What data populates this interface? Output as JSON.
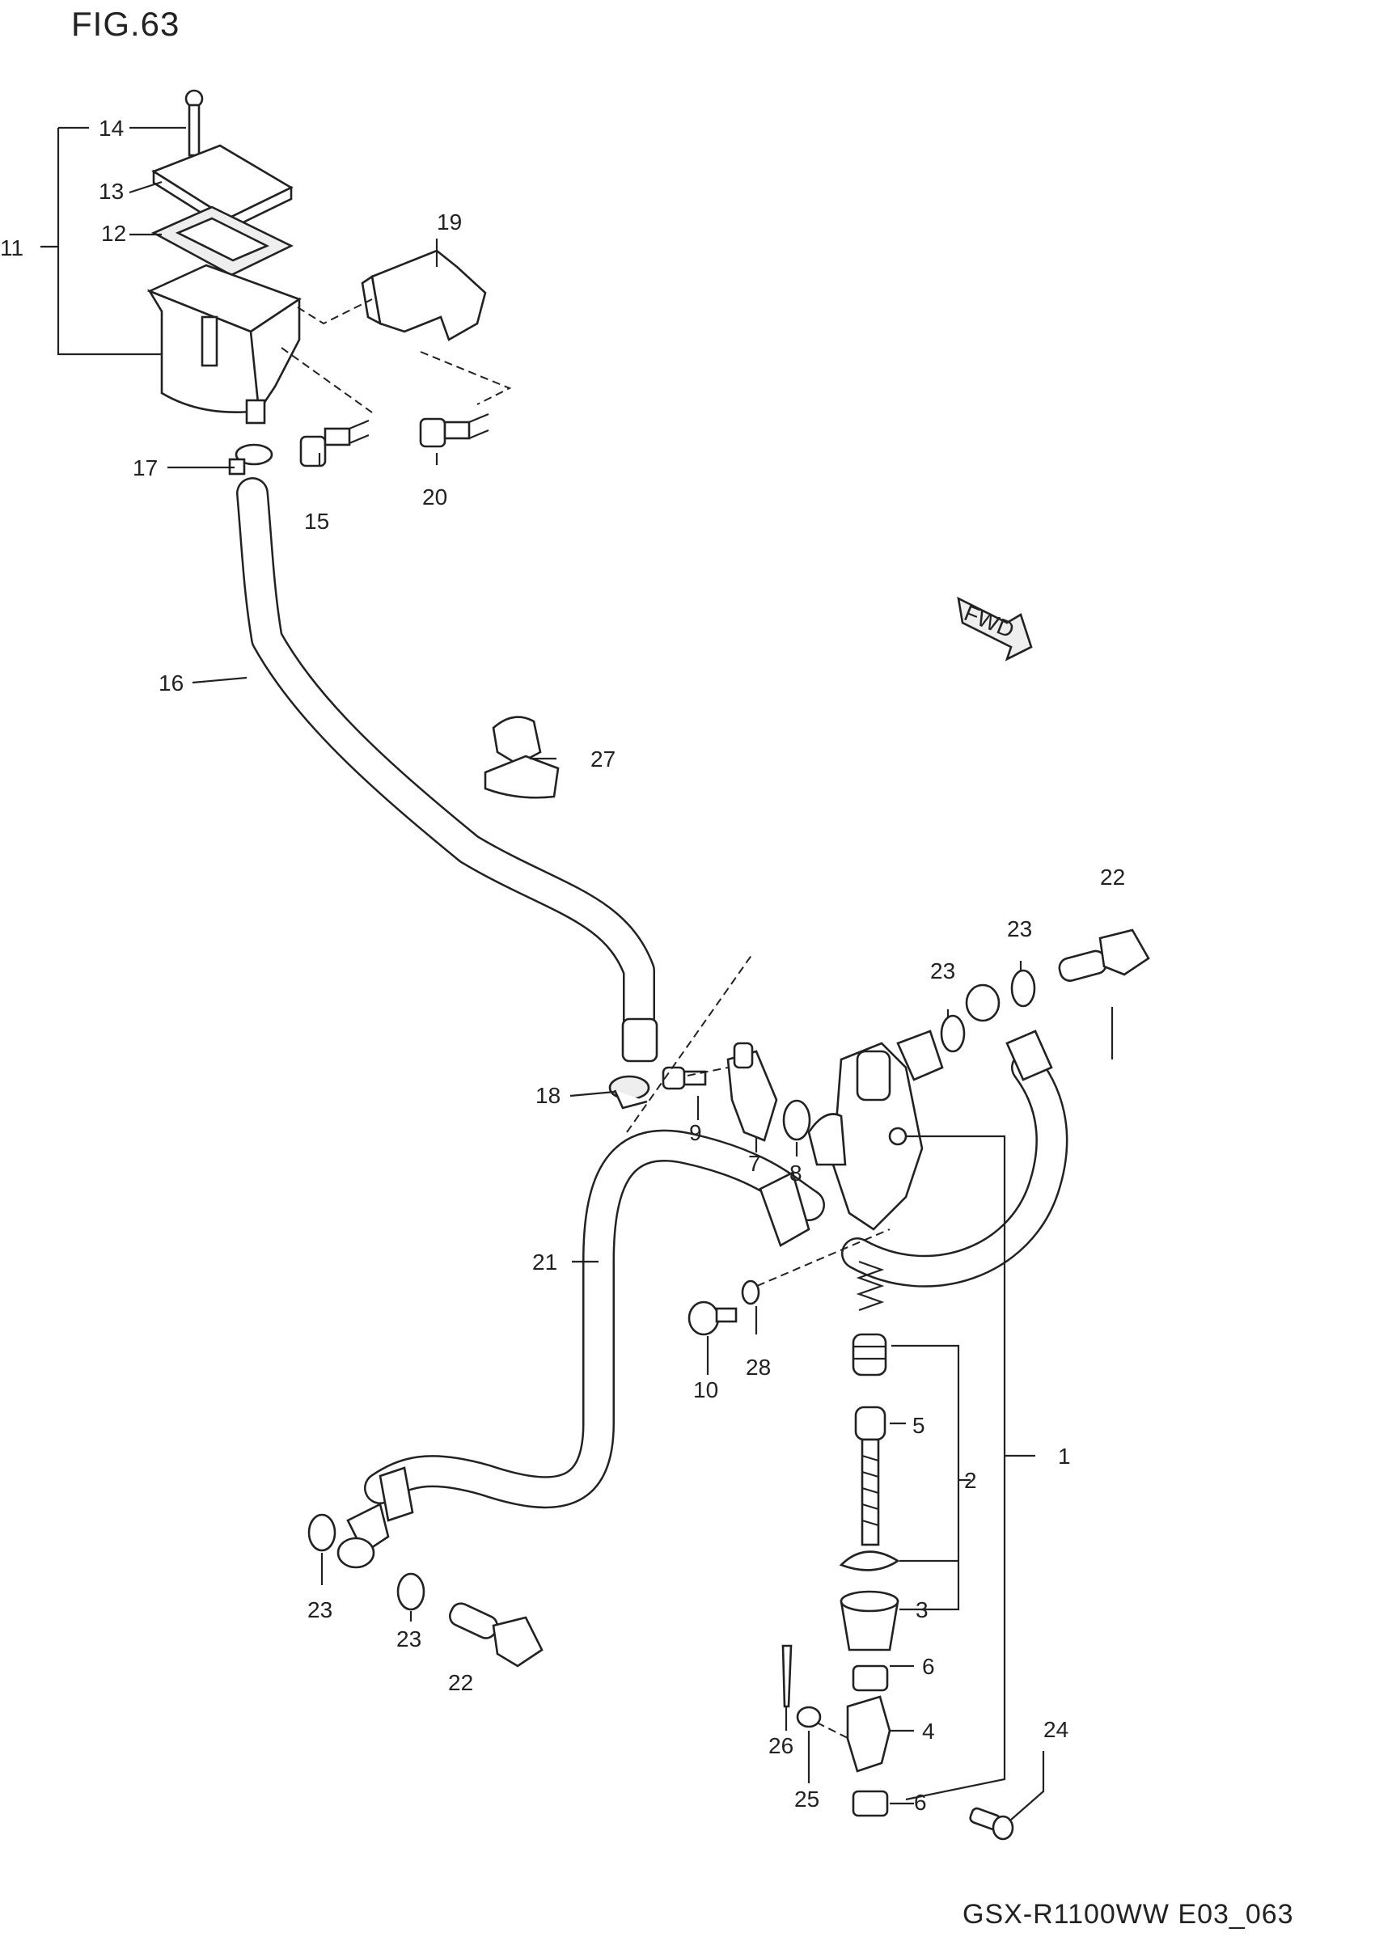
{
  "figure": {
    "title": "FIG.63",
    "footer": "GSX-R1100WW  E03_063"
  },
  "fwd_badge": "FWD",
  "callouts": {
    "c1": "1",
    "c2": "2",
    "c3": "3",
    "c4": "4",
    "c5": "5",
    "c6a": "6",
    "c6b": "6",
    "c7": "7",
    "c8": "8",
    "c9": "9",
    "c10": "10",
    "c11": "11",
    "c12": "12",
    "c13": "13",
    "c14": "14",
    "c15": "15",
    "c16": "16",
    "c17": "17",
    "c18": "18",
    "c19": "19",
    "c20": "20",
    "c21": "21",
    "c22a": "22",
    "c22b": "22",
    "c23a": "23",
    "c23b": "23",
    "c23c": "23",
    "c23d": "23",
    "c24": "24",
    "c25": "25",
    "c26": "26",
    "c27": "27",
    "c28": "28"
  }
}
